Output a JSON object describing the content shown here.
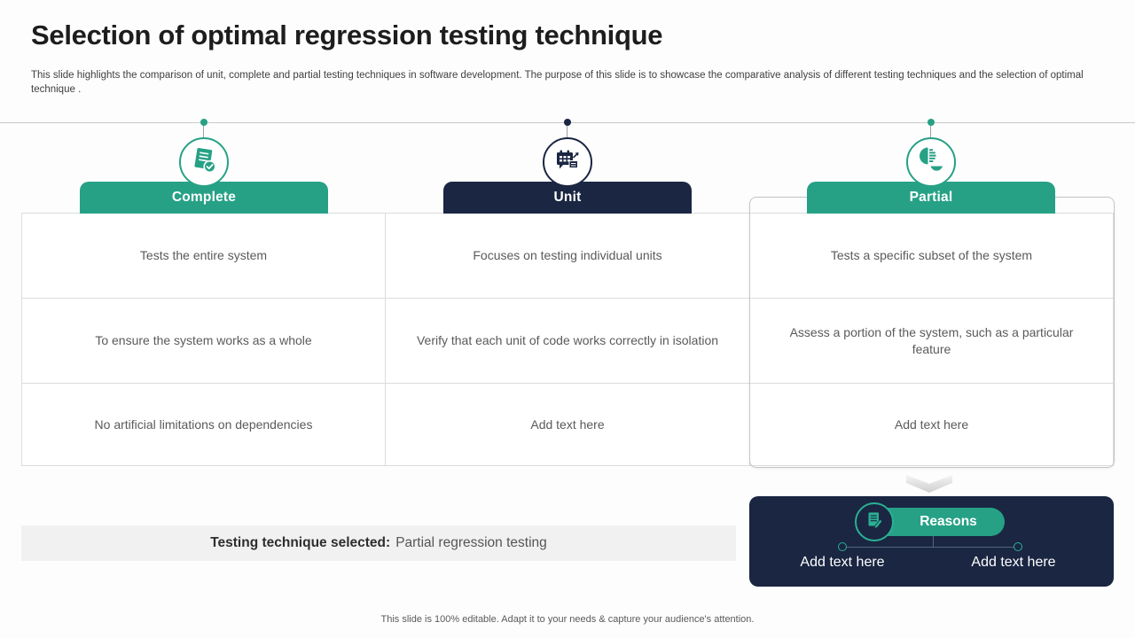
{
  "slide": {
    "title": "Selection of optimal regression testing technique",
    "subtitle": "This slide highlights the comparison of unit, complete and partial testing techniques in software development. The purpose of this slide is to showcase the comparative analysis of different testing techniques and the selection of optimal technique .",
    "footer": "This slide is 100% editable. Adapt it to your needs & capture your audience's attention."
  },
  "colors": {
    "teal": "#26A186",
    "navy": "#1A2642"
  },
  "columns": [
    {
      "label": "Complete",
      "icon": "document-check-icon",
      "rows": [
        "Tests the entire system",
        "To ensure the system works as a whole",
        "No artificial limitations on dependencies"
      ]
    },
    {
      "label": "Unit",
      "icon": "unit-calendar-icon",
      "rows": [
        "Focuses on testing individual units",
        "Verify that each unit of code works correctly in isolation",
        "Add text here"
      ]
    },
    {
      "label": "Partial",
      "icon": "partial-pie-icon",
      "rows": [
        "Tests a specific subset of the system",
        "Assess a portion of the system, such as a particular feature",
        "Add text here"
      ]
    }
  ],
  "selection": {
    "label": "Testing technique selected:",
    "value": "Partial regression testing"
  },
  "reasons": {
    "title": "Reasons",
    "items": [
      "Add text here",
      "Add text here"
    ]
  }
}
